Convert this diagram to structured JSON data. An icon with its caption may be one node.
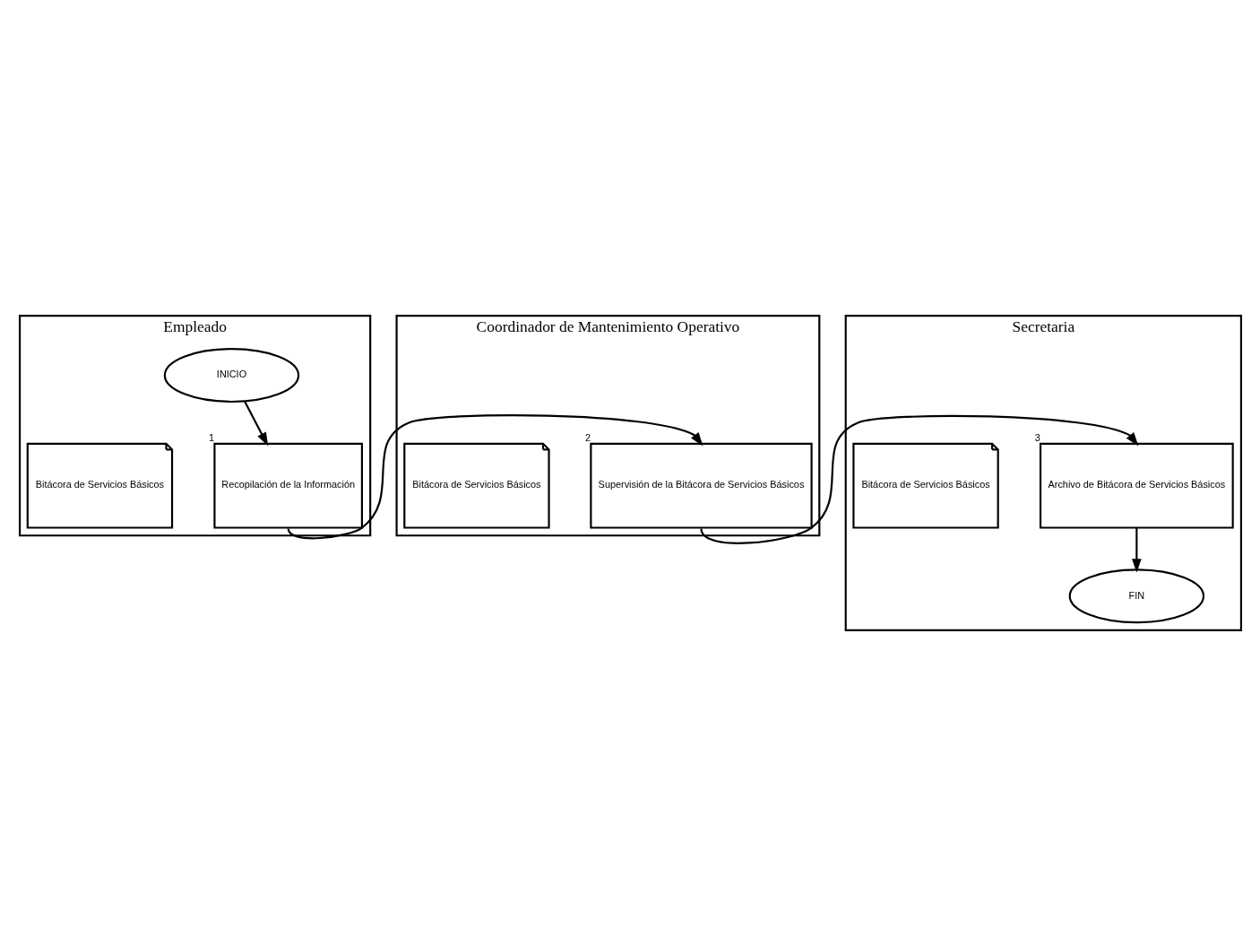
{
  "diagram": {
    "nodes": [
      {
        "text": [
          "Empleado"
        ]
      },
      {
        "text": [
          "Coordinador de Mantenimiento Operativo"
        ]
      },
      {
        "text": [
          "Secretaria"
        ]
      },
      {
        "text": [
          "INICIO"
        ],
        "in": 0
      },
      {
        "text": [
          "Recopilación de la Información"
        ],
        "in": 0,
        "beside": [
          "1"
        ]
      },
      {
        "text": [
          "Bitácora de Servicios Básicos"
        ],
        "in": 0
      },
      {
        "text": [
          "Supervisión de la Bitácora de Servicios Básicos"
        ],
        "in": 1,
        "beside": [
          "2"
        ]
      },
      {
        "text": [
          "Bitácora de Servicios Básicos"
        ],
        "in": 1
      },
      {
        "text": [
          "Archivo de Bitácora de Servicios Básicos"
        ],
        "in": 2,
        "beside": [
          "3"
        ]
      },
      {
        "text": [
          "Bitácora de Servicios Básicos"
        ],
        "in": 2
      },
      {
        "text": [
          "FIN"
        ],
        "in": 2
      }
    ],
    "edges": [
      {
        "from": 3,
        "to": 4,
        "arrow": "to"
      },
      {
        "from": 4,
        "to": 6,
        "arrow": "to"
      },
      {
        "from": 6,
        "to": 8,
        "arrow": "to"
      },
      {
        "from": 8,
        "to": 10,
        "arrow": "to"
      }
    ]
  }
}
